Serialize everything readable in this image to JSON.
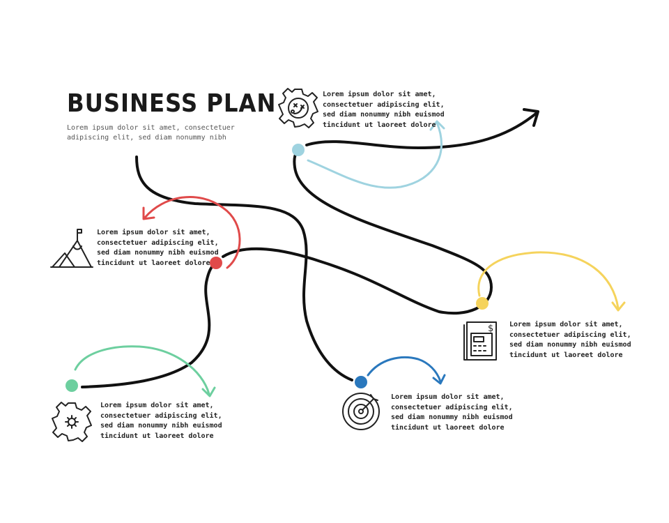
{
  "title": "BUSINESS PLAN",
  "subtitle": "Lorem ipsum dolor sit amet, consectetuer adipiscing elit, sed diam nonummy nibh",
  "colors": {
    "line": "#111111",
    "light_blue": "#9fd3e0",
    "red": "#e04a4a",
    "yellow": "#f5d35c",
    "green": "#6dcf9f",
    "blue": "#2a78bd"
  },
  "steps": [
    {
      "icon": "gear-strategy-icon",
      "text": "Lorem ipsum dolor sit amet, consectetuer adipiscing elit, sed diam nonummy nibh euismod tincidunt ut laoreet dolore"
    },
    {
      "icon": "mountain-flag-icon",
      "text": "Lorem ipsum dolor sit amet, consectetuer adipiscing elit, sed diam nonummy nibh euismod tincidunt ut laoreet dolore"
    },
    {
      "icon": "calculator-document-icon",
      "text": "Lorem ipsum dolor sit amet, consectetuer adipiscing elit, sed diam nonummy nibh euismod tincidunt ut laoreet dolore"
    },
    {
      "icon": "target-icon",
      "text": "Lorem ipsum dolor sit amet, consectetuer adipiscing elit, sed diam nonummy nibh euismod tincidunt ut laoreet dolore"
    },
    {
      "icon": "gear-icon",
      "text": "Lorem ipsum dolor sit amet, consectetuer adipiscing elit, sed diam nonummy nibh euismod tincidunt ut laoreet dolore"
    }
  ]
}
